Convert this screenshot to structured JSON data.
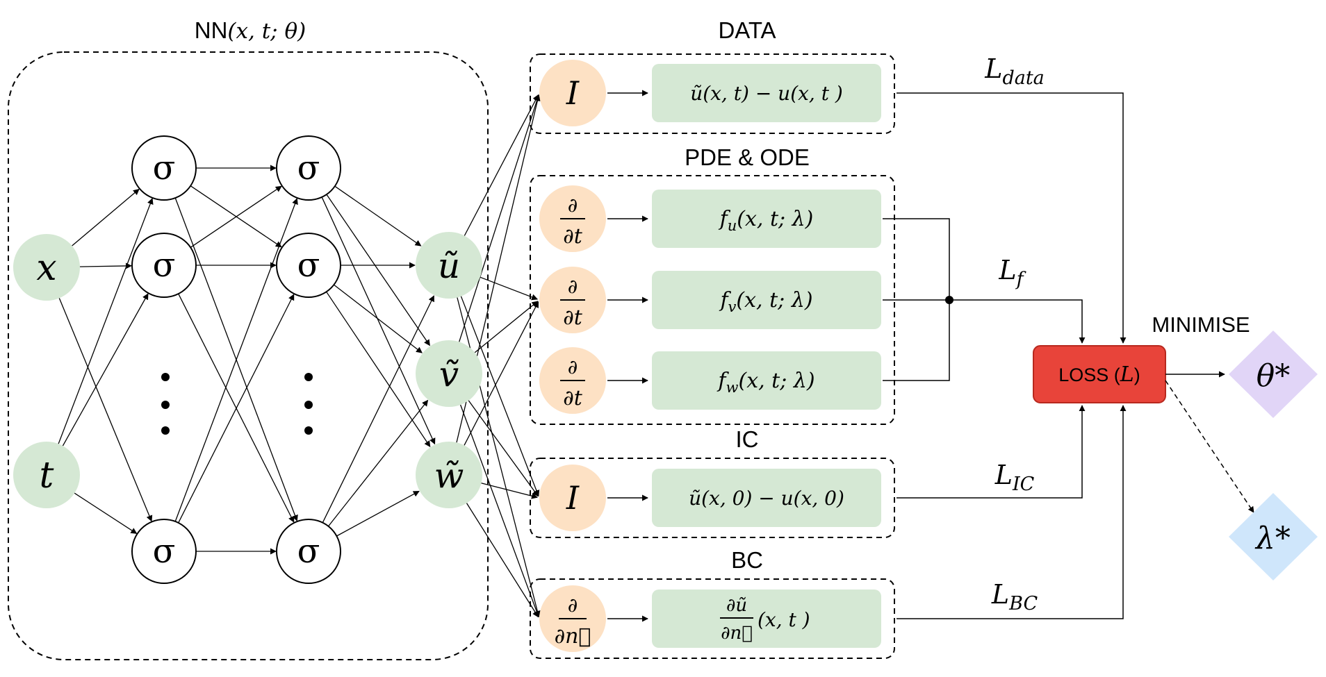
{
  "nn_title": {
    "prefix": "NN",
    "args": "(x, t; θ)"
  },
  "inputs": [
    "x",
    "t"
  ],
  "hidden_node_label": "σ",
  "outputs": [
    "ũ",
    "ṽ",
    "w̃"
  ],
  "groups": {
    "data": {
      "title": "DATA",
      "operator": "I",
      "expr": "ũ(x, t) − u(x, t )"
    },
    "pde": {
      "title": "PDE & ODE",
      "rows": [
        {
          "op_num": "∂",
          "op_den": "∂t",
          "fn": "f",
          "sub": "u",
          "args": "(x, t; λ)"
        },
        {
          "op_num": "∂",
          "op_den": "∂t",
          "fn": "f",
          "sub": "v",
          "args": "(x, t; λ)"
        },
        {
          "op_num": "∂",
          "op_den": "∂t",
          "fn": "f",
          "sub": "w",
          "args": "(x, t; λ)"
        }
      ]
    },
    "ic": {
      "title": "IC",
      "operator": "I",
      "expr": "ũ(x, 0) − u(x, 0)"
    },
    "bc": {
      "title": "BC",
      "op_num": "∂",
      "op_den": "∂n⃗",
      "expr_num": "∂ũ",
      "expr_den": "∂n⃗",
      "expr_args": "(x, t )"
    }
  },
  "losses": {
    "data": {
      "base": "L",
      "sub": "data"
    },
    "f": {
      "base": "L",
      "sub": "f"
    },
    "ic": {
      "base": "L",
      "sub": "IC"
    },
    "bc": {
      "base": "L",
      "sub": "BC"
    }
  },
  "loss_box": {
    "text": "LOSS (",
    "symbol": "L",
    "close": ")"
  },
  "minimise_label": "MINIMISE",
  "results": {
    "theta": "θ*",
    "lambda": "λ*"
  },
  "colors": {
    "input_node": "#d5e8d4",
    "output_node": "#d5e8d4",
    "operator_node": "#fde1c4",
    "expr_box": "#d5e8d4",
    "loss_box": "#e8443a",
    "theta_diamond": "#e1d5f7",
    "lambda_diamond": "#cfe6fb"
  }
}
